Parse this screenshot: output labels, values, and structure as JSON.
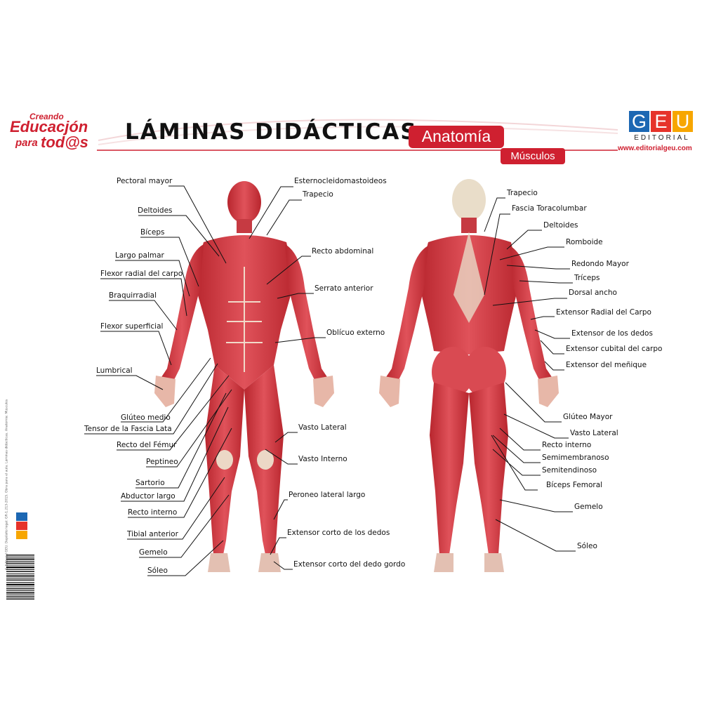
{
  "logo_left": {
    "line1": "Creando",
    "line2": "Educacjón",
    "line3": "para",
    "line4": "tod@s"
  },
  "title": "LÁMINAS DIDÁCTICAS",
  "anatomia": "Anatomía",
  "musculos": "Músculos",
  "geu": {
    "letters": [
      "G",
      "E",
      "U"
    ],
    "editorial": "EDITORIAL",
    "web": "www.editorialgeu.com",
    "colors": [
      "#1c67b3",
      "#e6332a",
      "#f7a600"
    ]
  },
  "side_legal": "© Editorial GEU. Depósito legal: GR-1.213-2015. Obra para el aula. Láminas didácticas. Anatomía: Músculos",
  "accent": "#cf2030",
  "front_left": [
    {
      "name": "label-pectoral-mayor",
      "text": "Pectoral mayor"
    },
    {
      "name": "label-deltoides-front",
      "text": "Deltoides"
    },
    {
      "name": "label-biceps",
      "text": "Bíceps"
    },
    {
      "name": "label-largo-palmar",
      "text": "Largo palmar"
    },
    {
      "name": "label-flexor-radial",
      "text": "Flexor radial del carpo"
    },
    {
      "name": "label-braquirradial",
      "text": "Braquirradial"
    },
    {
      "name": "label-flexor-superficial",
      "text": "Flexor superficial"
    },
    {
      "name": "label-lumbrical",
      "text": "Lumbrical"
    },
    {
      "name": "label-gluteo-medio",
      "text": "Glúteo medio"
    },
    {
      "name": "label-tensor-fascia",
      "text": "Tensor de la Fascia Lata"
    },
    {
      "name": "label-recto-femur",
      "text": "Recto del Fémur"
    },
    {
      "name": "label-peptineo",
      "text": "Peptineo"
    },
    {
      "name": "label-sartorio",
      "text": "Sartorio"
    },
    {
      "name": "label-abductor-largo",
      "text": "Abductor largo"
    },
    {
      "name": "label-recto-interno-front",
      "text": "Recto interno"
    },
    {
      "name": "label-tibial-anterior",
      "text": "Tibial anterior"
    },
    {
      "name": "label-gemelo-front",
      "text": "Gemelo"
    },
    {
      "name": "label-soleo-front",
      "text": "Sóleo"
    }
  ],
  "front_right": [
    {
      "name": "label-esternocleidomastoideos",
      "text": "Esternocleidomastoideos"
    },
    {
      "name": "label-trapecio-front",
      "text": "Trapecio"
    },
    {
      "name": "label-recto-abdominal",
      "text": "Recto abdominal"
    },
    {
      "name": "label-serrato-anterior",
      "text": "Serrato anterior"
    },
    {
      "name": "label-oblicuo-externo",
      "text": "Oblícuo externo"
    },
    {
      "name": "label-vasto-lateral-front",
      "text": "Vasto Lateral"
    },
    {
      "name": "label-vasto-interno",
      "text": "Vasto Interno"
    },
    {
      "name": "label-peroneo-lateral",
      "text": "Peroneo lateral largo"
    },
    {
      "name": "label-extensor-corto-dedos",
      "text": "Extensor corto de los dedos"
    },
    {
      "name": "label-extensor-corto-dedo-gordo",
      "text": "Extensor corto del dedo gordo"
    }
  ],
  "back_right": [
    {
      "name": "label-trapecio-back",
      "text": "Trapecio"
    },
    {
      "name": "label-fascia-toracolumbar",
      "text": "Fascia Toracolumbar"
    },
    {
      "name": "label-deltoides-back",
      "text": "Deltoides"
    },
    {
      "name": "label-romboide",
      "text": "Romboide"
    },
    {
      "name": "label-redondo-mayor",
      "text": "Redondo Mayor"
    },
    {
      "name": "label-triceps",
      "text": "Tríceps"
    },
    {
      "name": "label-dorsal-ancho",
      "text": "Dorsal ancho"
    },
    {
      "name": "label-extensor-radial",
      "text": "Extensor Radial del Carpo"
    },
    {
      "name": "label-extensor-dedos",
      "text": "Extensor de los dedos"
    },
    {
      "name": "label-extensor-cubital",
      "text": "Extensor cubital del carpo"
    },
    {
      "name": "label-extensor-menique",
      "text": "Extensor del meñique"
    },
    {
      "name": "label-gluteo-mayor",
      "text": "Glúteo Mayor"
    },
    {
      "name": "label-vasto-lateral-back",
      "text": "Vasto Lateral"
    },
    {
      "name": "label-recto-interno-back",
      "text": "Recto interno"
    },
    {
      "name": "label-semimembranoso",
      "text": "Semimembranoso"
    },
    {
      "name": "label-semitendinoso",
      "text": "Semitendinoso"
    },
    {
      "name": "label-biceps-femoral",
      "text": "Bíceps Femoral"
    },
    {
      "name": "label-gemelo-back",
      "text": "Gemelo"
    },
    {
      "name": "label-soleo-back",
      "text": "Sóleo"
    }
  ]
}
